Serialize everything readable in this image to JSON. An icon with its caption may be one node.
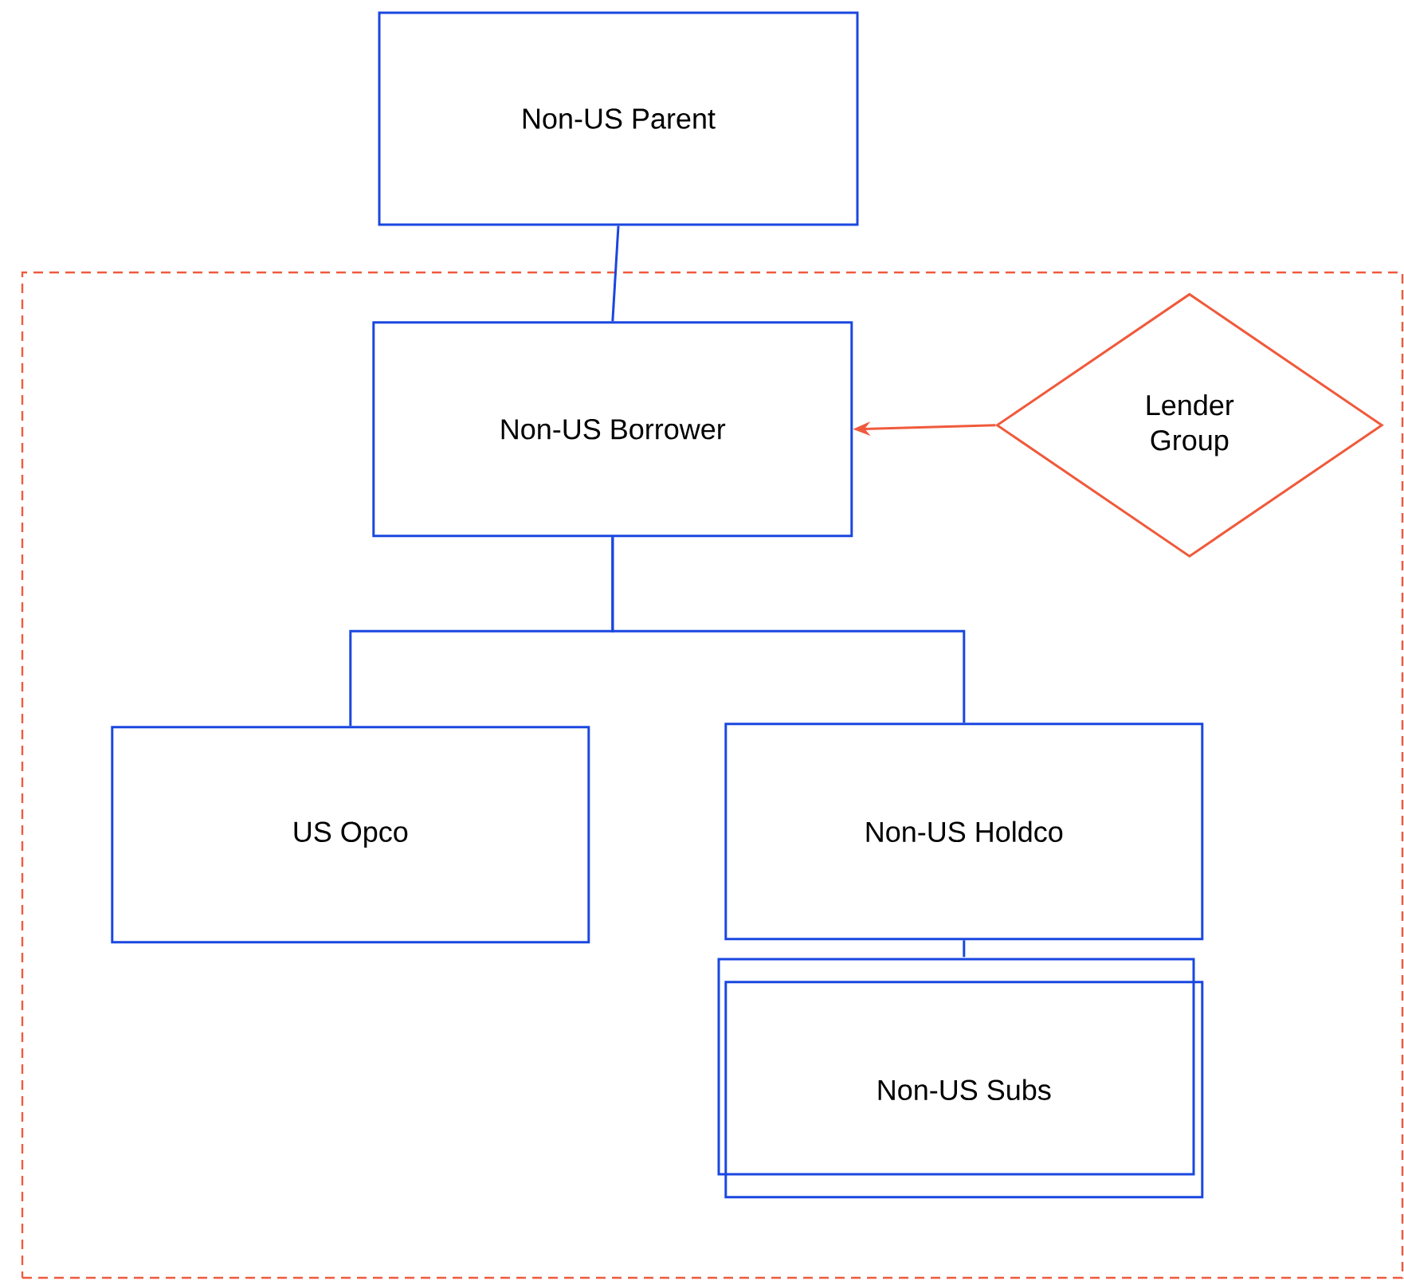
{
  "diagram": {
    "nodes": [
      {
        "text": [
          "Non-US Parent"
        ]
      },
      {
        "text": [],
        "shape": "box"
      },
      {
        "text": [
          "Non-US Borrower"
        ],
        "in": 1
      },
      {
        "text": [
          "Lender Group"
        ],
        "in": 1
      },
      {
        "text": [
          "US Opco"
        ],
        "in": 1
      },
      {
        "text": [
          "Non-US Holdco"
        ],
        "in": 1
      },
      {
        "text": [
          "Non-US Subs"
        ],
        "in": 1
      }
    ],
    "edges": [
      {
        "from": 0,
        "to": 2,
        "arrow": "none"
      },
      {
        "from": 2,
        "to": 4,
        "arrow": "none"
      },
      {
        "from": 2,
        "to": 5,
        "arrow": "none"
      },
      {
        "from": 3,
        "to": 2,
        "arrow": "to",
        "color": "#f05a3c"
      },
      {
        "from": 5,
        "to": 6,
        "arrow": "none"
      }
    ]
  }
}
